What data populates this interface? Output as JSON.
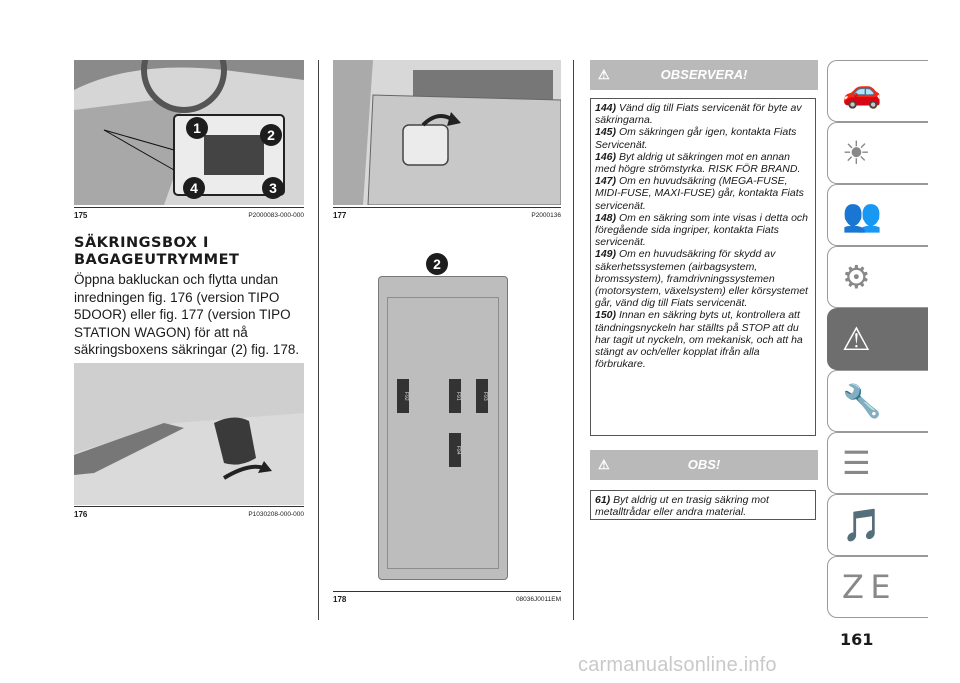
{
  "figures": {
    "fig175": {
      "number": "175",
      "code": "P2000083-000-000",
      "callouts": [
        "1",
        "2",
        "4",
        "3"
      ]
    },
    "fig177": {
      "number": "177",
      "code": "P2000136"
    },
    "fig176": {
      "number": "176",
      "code": "P1030208-000-000"
    },
    "fig178": {
      "number": "178",
      "code": "08036J0011EM",
      "callout": "2",
      "fuse_labels": [
        "F92",
        "F91",
        "F93",
        "F94"
      ]
    }
  },
  "section": {
    "title_line1": "SÄKRINGSBOX I",
    "title_line2": "BAGAGEUTRYMMET",
    "body": "Öppna bakluckan och flytta undan inredningen fig. 176 (version TIPO 5DOOR) eller fig. 177 (version TIPO STATION WAGON) för att nå säkringsboxens säkringar (2) fig. 178."
  },
  "observera": {
    "title": "OBSERVERA!",
    "items": [
      {
        "num": "144)",
        "text": "Vänd dig till Fiats servicenät för byte av säkringarna."
      },
      {
        "num": "145)",
        "text": "Om säkringen går igen, kontakta Fiats Servicenät."
      },
      {
        "num": "146)",
        "text": "Byt aldrig ut säkringen mot en annan med högre strömstyrka. RISK FÖR BRAND."
      },
      {
        "num": "147)",
        "text": "Om en huvudsäkring (MEGA-FUSE, MIDI-FUSE, MAXI-FUSE) går, kontakta Fiats servicenät."
      },
      {
        "num": "148)",
        "text": "Om en säkring som inte visas i detta och föregående sida ingriper, kontakta Fiats servicenät."
      },
      {
        "num": "149)",
        "text": "Om en huvudsäkring för skydd av säkerhetssystemen (airbagsystem, bromssystem), framdrivningssystemen (motorsystem, växelsystem) eller körsystemet går, vänd dig till Fiats servicenät."
      },
      {
        "num": "150)",
        "text": "Innan en säkring byts ut, kontrollera att tändningsnyckeln har ställts på STOP att du har tagit ut nyckeln, om mekanisk, och att ha stängt av och/eller kopplat ifrån alla förbrukare."
      }
    ]
  },
  "obs": {
    "title": "OBS!",
    "items": [
      {
        "num": "61)",
        "text": "Byt aldrig ut en trasig säkring mot metalltrådar eller andra material."
      }
    ]
  },
  "side_tabs": [
    "car-info-icon",
    "warning-lights-icon",
    "safety-airbag-icon",
    "starting-driving-icon",
    "emergency-icon",
    "maintenance-icon",
    "technical-data-icon",
    "multimedia-icon",
    "index-icon"
  ],
  "side_tabs_active": 4,
  "page_number": "161",
  "watermark": "carmanualsonline.info"
}
